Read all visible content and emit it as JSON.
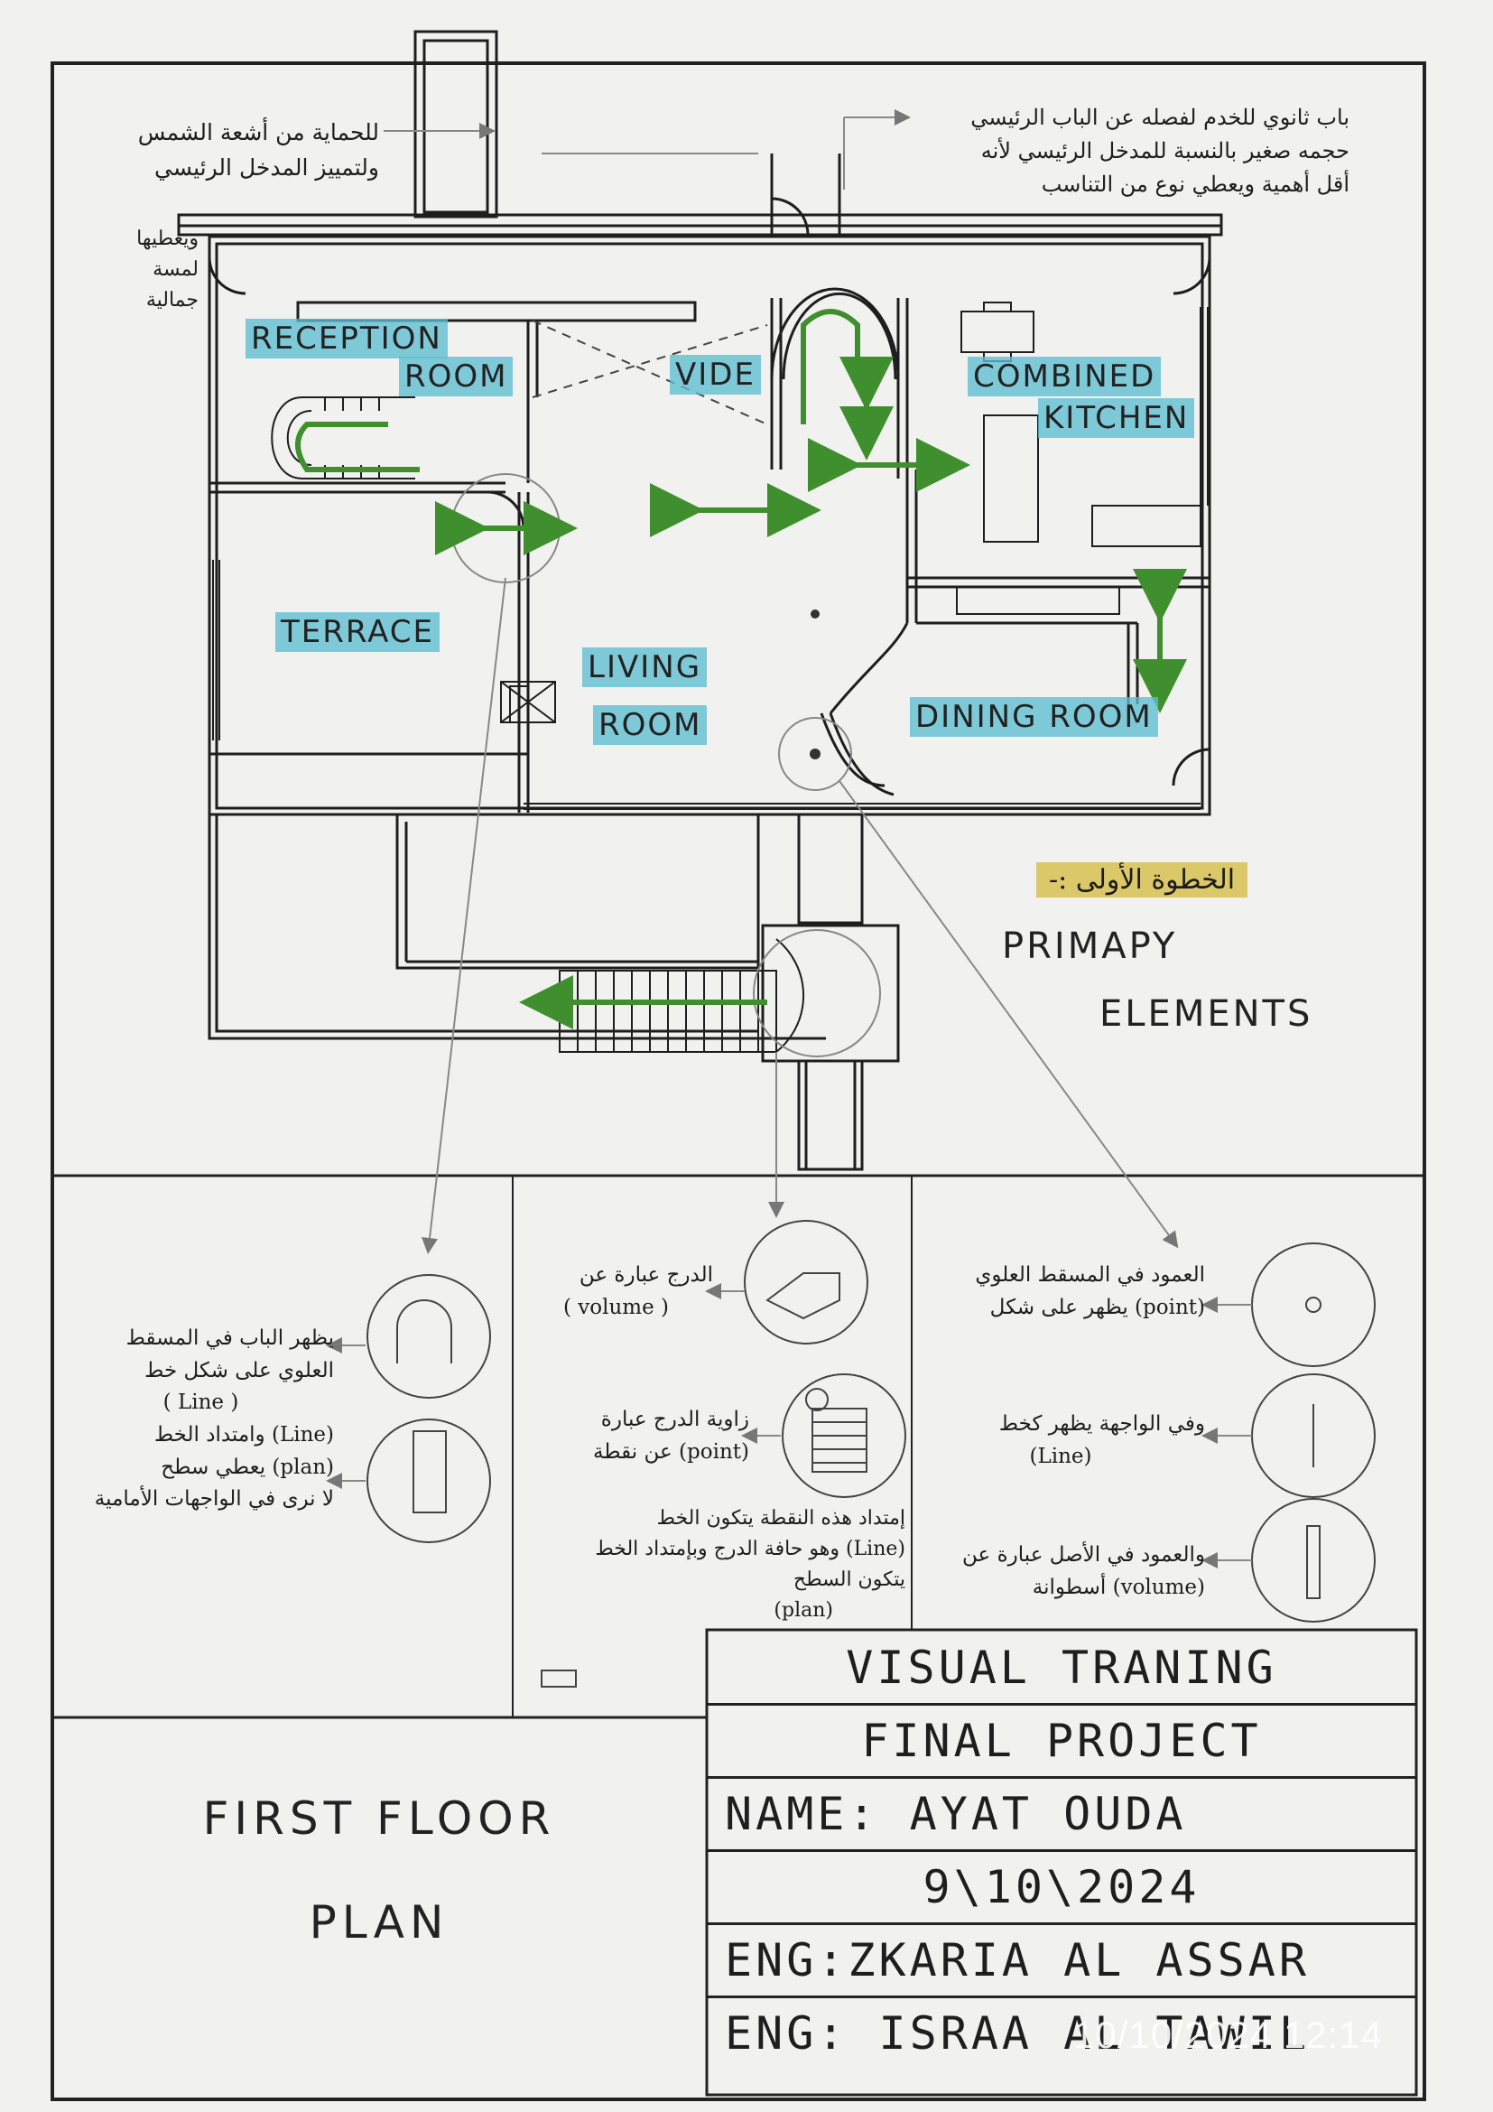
{
  "rooms": {
    "reception": "RECEPTION",
    "reception_2": "ROOM",
    "vide": "VIDE",
    "combined": "COMBINED",
    "kitchen": "KITCHEN",
    "terrace": "TERRACE",
    "living": "LIVING",
    "living_2": "ROOM",
    "dining": "DINING ROOM"
  },
  "notes": {
    "top_left": [
      "للحماية من أشعة الشمس",
      "ولتمييز المدخل الرئيسي",
      "ويعطيها",
      "لمسة",
      "جمالية"
    ],
    "top_right": [
      "باب ثانوي للخدم لفصله عن الباب الرئيسي",
      "حجمه صغير بالنسبة للمدخل الرئيسي لأنه",
      "أقل أهمية ويعطي نوع من التناسب"
    ],
    "step": "الخطوة الأولى :-",
    "primary_1": "PRIMAPY",
    "primary_2": "ELEMENTS"
  },
  "panels": {
    "door": [
      "يظهر الباب في المسقط",
      "العلوي على شكل خط",
      "( Line )",
      "(Line) وامتداد الخط",
      "(plan) يعطي سطح",
      "لا نرى في الواجهات الأمامية"
    ],
    "stair": [
      "الدرج عبارة عن",
      "( volume )",
      "زاوية الدرج عبارة",
      "(point) عن نقطة",
      "إمتداد هذه النقطة يتكون الخط",
      "(Line) وهو حافة الدرج وبإمتداد الخط",
      "يتكون السطح",
      "(plan)"
    ],
    "column": [
      "العمود في المسقط العلوي",
      "(point) يظهر على شكل",
      "وفي الواجهة يظهر كخط",
      "(Line)",
      "والعمود في الأصل عبارة عن",
      "(volume) أسطوانة"
    ]
  },
  "floor_title": {
    "line1": "FIRST  FLOOR",
    "line2": "PLAN"
  },
  "title_block": {
    "row1": "VISUAL TRANING",
    "row2": "FINAL PROJECT",
    "row3": "NAME: AYAT OUDA",
    "row4": "9\\10\\2024",
    "row5": "ENG:ZKARIA AL ASSAR",
    "row6": "ENG: ISRAA AL TAWIL"
  },
  "timestamp": "10/10/2024 12:14",
  "colors": {
    "highlight": "#5ebed1",
    "arrow": "#3f8f2e",
    "marker": "#d2b93c",
    "ink": "#1e1e1e"
  }
}
